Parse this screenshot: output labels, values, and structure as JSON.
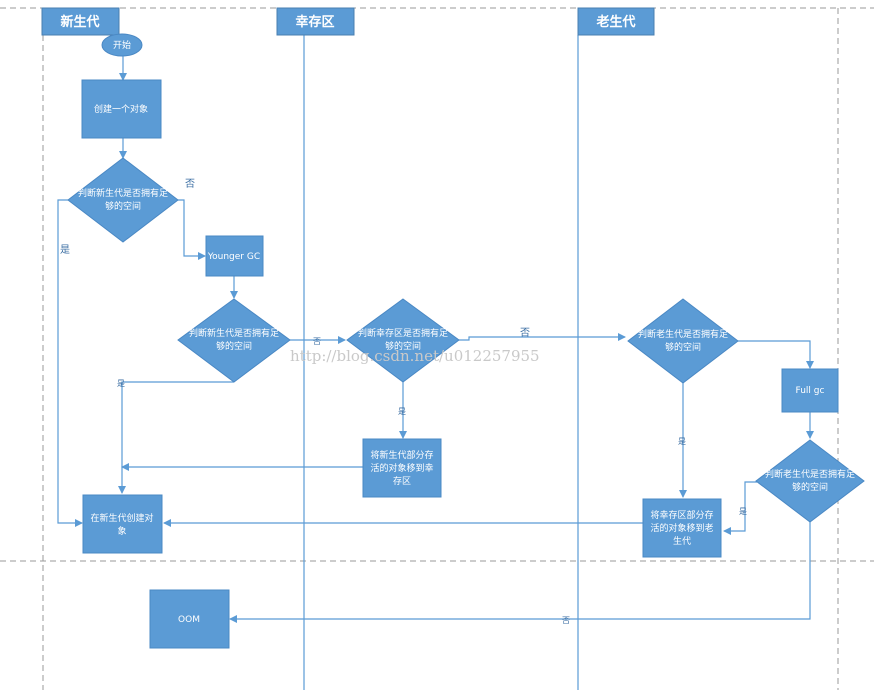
{
  "lanes": {
    "young": "新生代",
    "survivor": "幸存区",
    "old": "老生代"
  },
  "nodes": {
    "start": "开始",
    "create": "创建一个对象",
    "d1_line1": "判断新生代是否拥有足",
    "d1_line2": "够的空间",
    "younger_gc": "Younger GC",
    "d2_line1": "判断新生代是否拥有足",
    "d2_line2": "够的空间",
    "d3_line1": "判断幸存区是否拥有足",
    "d3_line2": "够的空间",
    "move_young_line1": "将新生代部分存",
    "move_young_line2": "活的对象移到幸",
    "move_young_line3": "存区",
    "d4_line1": "判断老生代是否拥有足",
    "d4_line2": "够的空间",
    "full_gc": "Full gc",
    "d5_line1": "判断老生代是否拥有足",
    "d5_line2": "够的空间",
    "move_surv_line1": "将幸存区部分存",
    "move_surv_line2": "活的对象移到老",
    "move_surv_line3": "生代",
    "create_in_young_line1": "在新生代创建对",
    "create_in_young_line2": "象",
    "oom": "OOM"
  },
  "labels": {
    "no1": "否",
    "yes1": "是",
    "no2": "否",
    "yes2": "是",
    "no3": "否",
    "yes3": "是",
    "yes4": "是",
    "yes5": "是",
    "no5": "否"
  },
  "watermark": "http://blog.csdn.net/u012257955",
  "colors": {
    "node_fill": "#5b9bd5",
    "edge": "#5b9bd5",
    "label": "#3b6ea3",
    "divider": "#9a9a9a"
  }
}
